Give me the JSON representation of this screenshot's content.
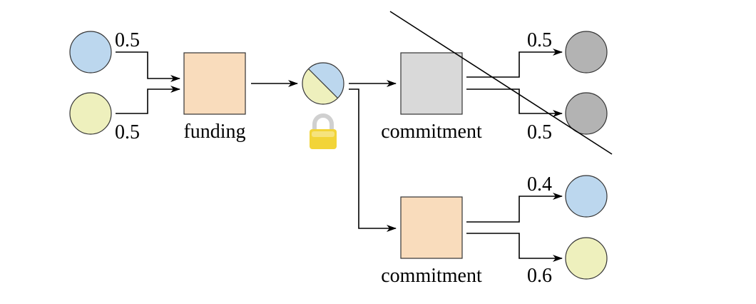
{
  "nodes": {
    "input_top": {
      "fill": "#bcd7ee"
    },
    "input_bottom": {
      "fill": "#eef0bd"
    },
    "funding": {
      "label": "funding",
      "fill": "#f9dcbc"
    },
    "channel_split": {
      "fill_a": "#bcd7ee",
      "fill_b": "#eef0bd"
    },
    "lock": {
      "icon": "padlock-icon",
      "body_color": "#f2d438",
      "shackle_color": "#d0d0d0"
    },
    "commitment_top": {
      "label": "commitment",
      "fill": "#d9d9d9"
    },
    "commitment_bottom": {
      "label": "commitment",
      "fill": "#f9dcbc"
    },
    "output_top_1": {
      "fill": "#b3b3b3"
    },
    "output_top_2": {
      "fill": "#b3b3b3"
    },
    "output_bottom_1": {
      "fill": "#bcd7ee"
    },
    "output_bottom_2": {
      "fill": "#eef0bd"
    }
  },
  "edge_labels": {
    "input_top": "0.5",
    "input_bottom": "0.5",
    "commit_top_out_1": "0.5",
    "commit_top_out_2": "0.5",
    "commit_bottom_out_1": "0.4",
    "commit_bottom_out_2": "0.6"
  },
  "cross_out": {
    "target": "commitment_top",
    "color": "#000000"
  }
}
